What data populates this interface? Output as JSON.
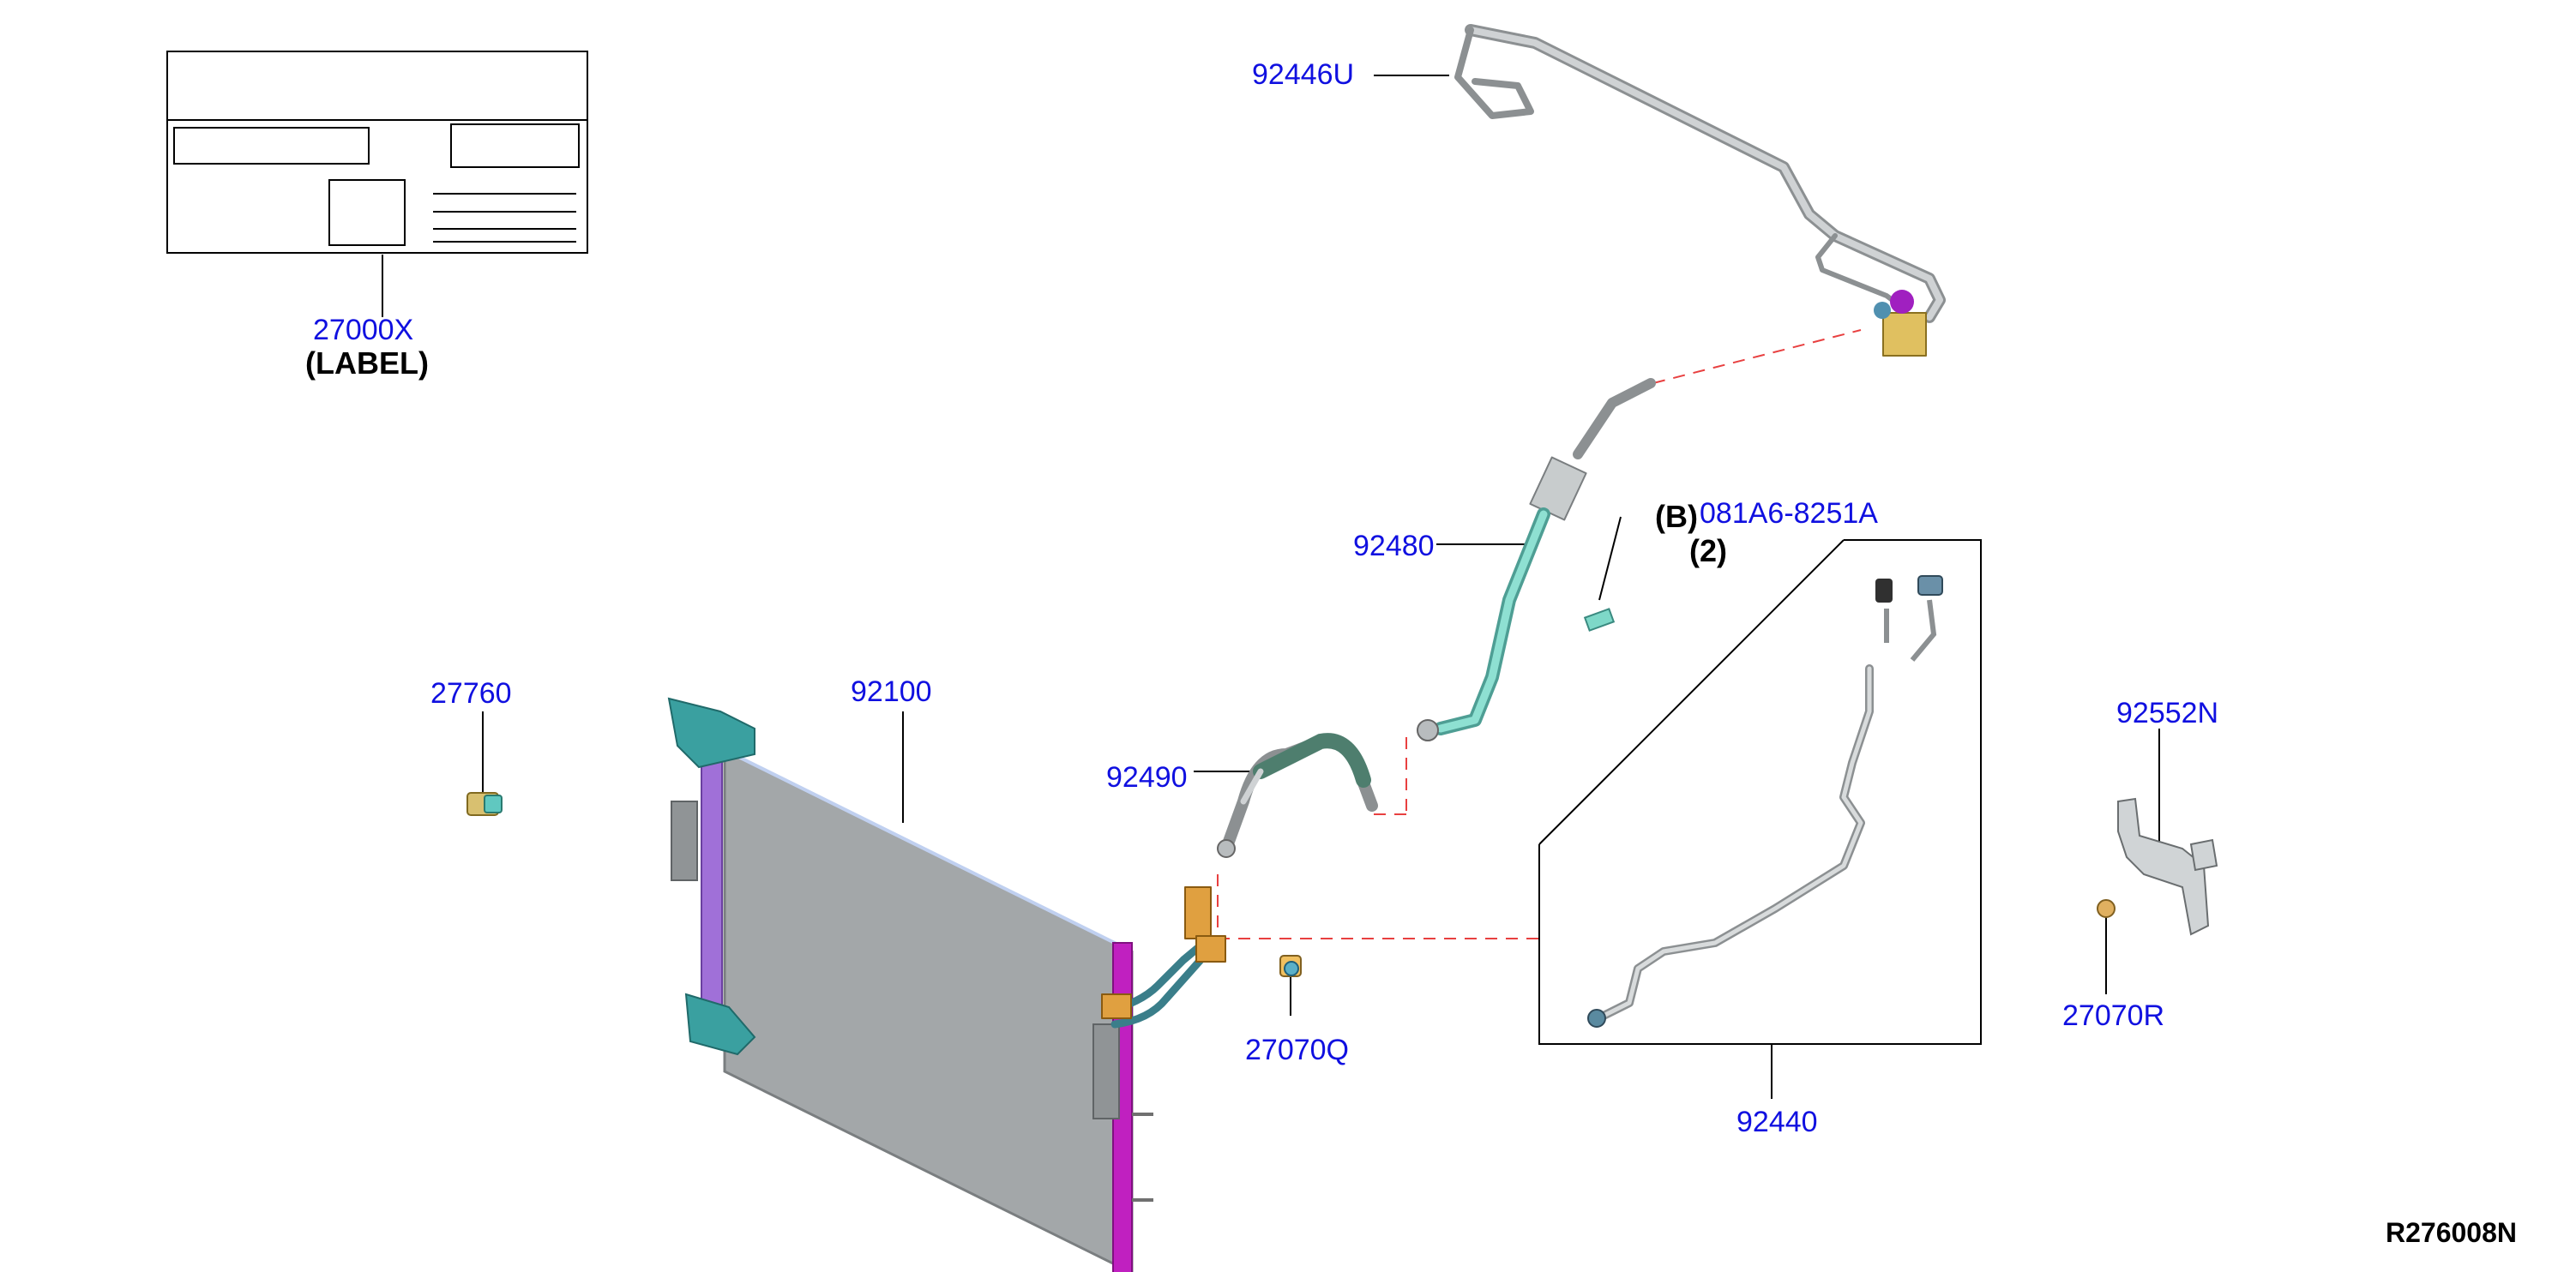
{
  "diagram": {
    "code": "R276008N",
    "colors": {
      "label_blue": "#1010e0",
      "leader_line": "#000000",
      "dash_red": "#e84040",
      "pipe_grey": "#b8bcbe",
      "condenser_grey": "#a3a7a9",
      "tank_purple": "#a070d8",
      "tank_magenta": "#c020c0",
      "bracket_teal": "#3aa0a0",
      "fitting_orange": "#e0a040",
      "hose_teal": "#7ed8c8"
    },
    "parts": [
      {
        "id": "27000X",
        "note": "(LABEL)",
        "icon": "label-card-icon"
      },
      {
        "id": "92446U",
        "icon": "pipe-assembly-icon"
      },
      {
        "id": "92480",
        "icon": "hose-assembly-icon"
      },
      {
        "id": "081A6-8251A",
        "prefix": "(B)",
        "qty": "(2)",
        "icon": "bolt-icon"
      },
      {
        "id": "27760",
        "icon": "sensor-icon"
      },
      {
        "id": "92100",
        "icon": "condenser-icon"
      },
      {
        "id": "92490",
        "icon": "hose-icon"
      },
      {
        "id": "92552N",
        "icon": "bracket-icon"
      },
      {
        "id": "27070Q",
        "icon": "clip-icon"
      },
      {
        "id": "27070R",
        "icon": "clip-icon"
      },
      {
        "id": "92440",
        "icon": "pipe-icon"
      }
    ]
  }
}
